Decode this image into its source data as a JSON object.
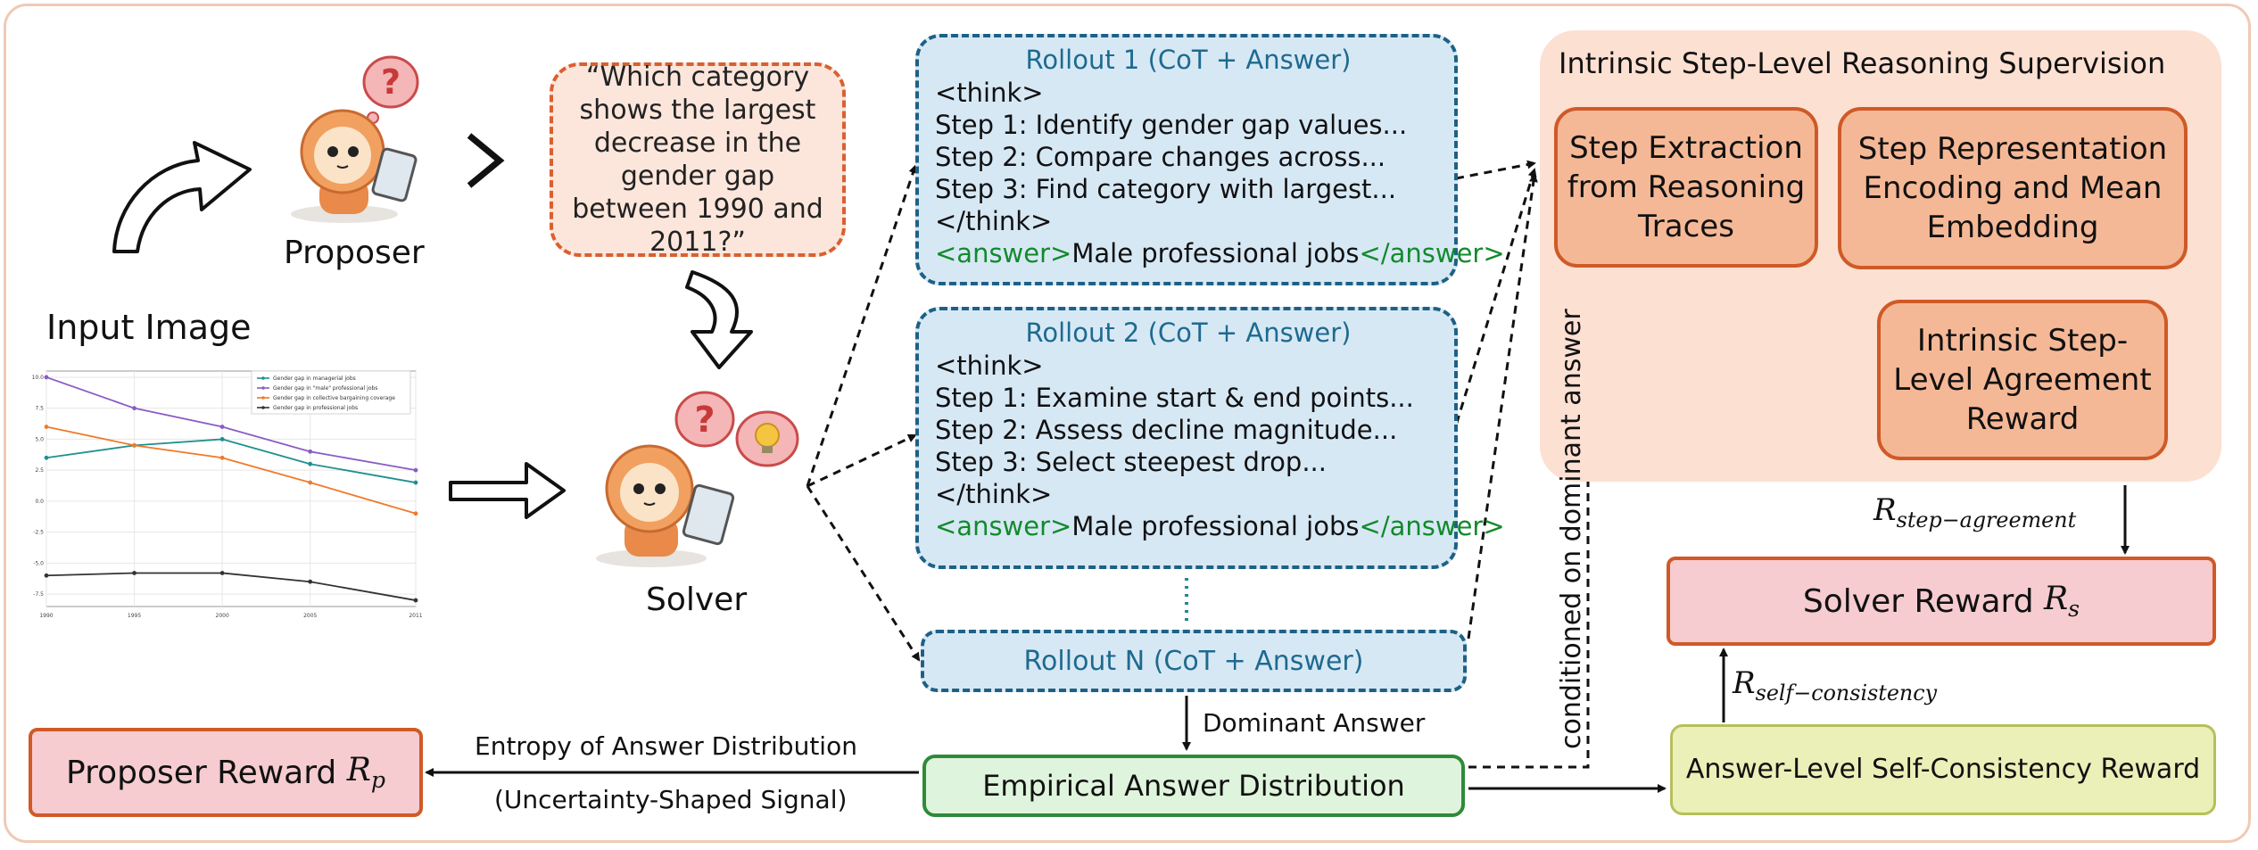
{
  "input_image_label": "Input Image",
  "proposer_label": "Proposer",
  "solver_label": "Solver",
  "question": "“Which category shows the largest decrease in the gender gap between 1990 and 2011?”",
  "rollouts": [
    {
      "title": "Rollout 1 (CoT + Answer)",
      "think_open": "<think>",
      "steps": [
        "Step 1: Identify gender gap values...",
        "Step 2: Compare changes across...",
        "Step 3: Find category with largest..."
      ],
      "think_close": "</think>",
      "answer_open": "<answer>",
      "answer": "Male professional jobs",
      "answer_close": "</answer>"
    },
    {
      "title": "Rollout 2 (CoT + Answer)",
      "think_open": "<think>",
      "steps": [
        "Step 1: Examine start & end points...",
        "Step 2: Assess decline magnitude...",
        "Step 3: Select steepest drop..."
      ],
      "think_close": "</think>",
      "answer_open": "<answer>",
      "answer": "Male professional jobs",
      "answer_close": "</answer>"
    }
  ],
  "rollout_n": "Rollout N (CoT + Answer)",
  "supervision": {
    "title": "Intrinsic Step-Level Reasoning Supervision",
    "step_extraction": "Step Extraction from Reasoning Traces",
    "step_representation": "Step Representation Encoding and Mean Embedding",
    "agreement_reward": "Intrinsic Step-Level Agreement Reward"
  },
  "r_step_agreement": {
    "base": "R",
    "sub": "step−agreement"
  },
  "solver_reward": {
    "text": "Solver Reward ",
    "base": "R",
    "sub": "s"
  },
  "r_self_consistency": {
    "base": "R",
    "sub": "self−consistency"
  },
  "consistency_reward": "Answer-Level Self-Consistency Reward",
  "conditioned_label": "conditioned on dominant answer",
  "dominant_answer": "Dominant Answer",
  "empirical": "Empirical Answer Distribution",
  "entropy_label": "Entropy of Answer Distribution",
  "uncertainty_label": "(Uncertainty-Shaped Signal)",
  "proposer_reward": {
    "text": "Proposer Reward ",
    "base": "R",
    "sub": "p"
  },
  "colors": {
    "rollout_border": "#1d6185",
    "rollout_fill": "#d7e8f5",
    "think_tag": "#e07026",
    "answer_tag": "#138a2c",
    "step_box_fill": "#f5b896",
    "step_box_border": "#cf5a27",
    "reward_fill": "#f6ccd0",
    "empirical_fill": "#dff4dc",
    "consistency_fill": "#eaf0b8",
    "supervision_panel": "#fce0d2"
  },
  "chart_data": {
    "type": "line",
    "x": [
      1990,
      1995,
      2000,
      2005,
      2011
    ],
    "series": [
      {
        "name": "Gender gap in managerial jobs",
        "color": "#1f8f8f",
        "values": [
          3.5,
          4.5,
          5.0,
          3.0,
          1.5
        ]
      },
      {
        "name": "Gender gap in \"male\" professional jobs",
        "color": "#8a5cc4",
        "values": [
          10.0,
          7.5,
          6.0,
          4.0,
          2.5
        ]
      },
      {
        "name": "Gender gap in collective bargaining coverage",
        "color": "#f07a2a",
        "values": [
          6.0,
          4.5,
          3.5,
          1.5,
          -1.0
        ]
      },
      {
        "name": "Gender gap in professional jobs",
        "color": "#333333",
        "values": [
          -6.0,
          -5.8,
          -5.8,
          -6.5,
          -8.0
        ]
      }
    ],
    "ylim": [
      -8.5,
      10.5
    ],
    "yticks": [
      "10.0",
      "7.5",
      "5.0",
      "2.5",
      "0.0",
      "-2.5",
      "-5.0",
      "-7.5"
    ],
    "xticks": [
      "1990",
      "1995",
      "2000",
      "2005",
      "2011"
    ],
    "grid": true,
    "legend": "top-right"
  }
}
